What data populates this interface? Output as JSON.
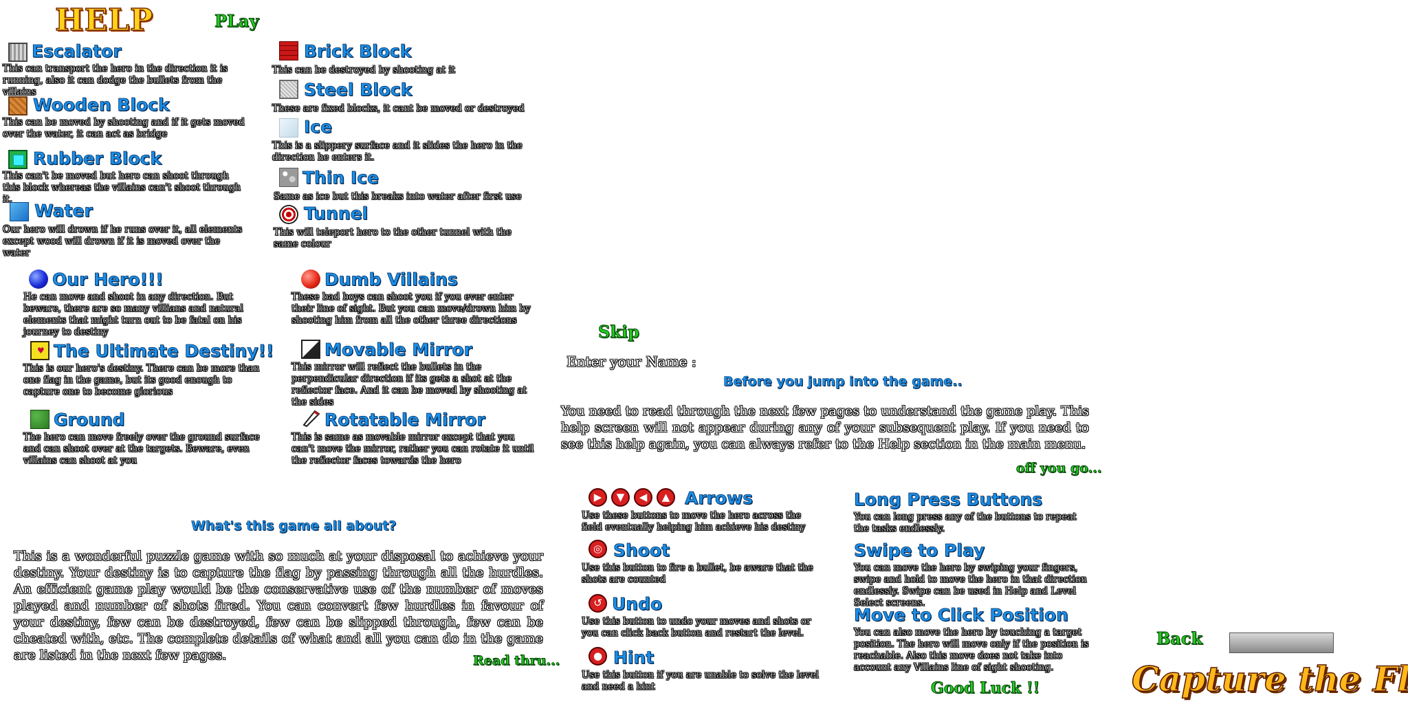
{
  "header": {
    "help_title": "HELP",
    "play_label": "PLay"
  },
  "blocks_left": [
    {
      "name": "Escalator",
      "desc": "This can transport the hero in the direction it is running, also it can dodge the bullets from the villains"
    },
    {
      "name": "Wooden Block",
      "desc": "This can be moved by shooting and if it gets moved over the water, it can act as bridge"
    },
    {
      "name": "Rubber Block",
      "desc": "This can't be moved but hero can shoot through this block whereas the villains can't shoot through it."
    },
    {
      "name": "Water",
      "desc": "Our hero will drown if he runs over it, all elements except wood will drown if it is moved over the water"
    }
  ],
  "blocks_right": [
    {
      "name": "Brick Block",
      "desc": "This can be destroyed by shooting at it"
    },
    {
      "name": "Steel Block",
      "desc": "These are fixed blocks, it cant be moved or destroyed"
    },
    {
      "name": "Ice",
      "desc": "This is a slippery surface and it slides the hero in the direction he enters it."
    },
    {
      "name": "Thin Ice",
      "desc": "Same as ice but this breaks into water after first use"
    },
    {
      "name": "Tunnel",
      "desc": "This will teleport hero to the other tunnel with the same colour"
    }
  ],
  "characters_left": [
    {
      "name": "Our Hero!!!",
      "desc": "He can move and shoot in any direction. But beware, there are so many villians and natural elements that might turn out to be fatal on his journey to destiny"
    },
    {
      "name": "The Ultimate Destiny!!",
      "desc": "This is our hero's destiny. There can be more than one flag in the game, but its good enough to capture one to become glorious"
    },
    {
      "name": "Ground",
      "desc": "The hero can move freely over the ground surface and can shoot over at the targets. Beware, even villains can shoot at you"
    }
  ],
  "characters_right": [
    {
      "name": "Dumb Villains",
      "desc": "These bad boys can shoot you if you ever enter their line of sight. But you can move/drown him by shooting him from all the other three directions"
    },
    {
      "name": "Movable Mirror",
      "desc": "This mirror will reflect the bullets in the perpendicular direction if its gets a shot at the reflector face. And it can be moved by shooting at the sides"
    },
    {
      "name": "Rotatable Mirror",
      "desc": "This is same as movable mirror except that you can't move the mirror, rather you can rotate it until the reflector faces towards the hero"
    }
  ],
  "about": {
    "heading": "What's this game all about?",
    "text": "This is a wonderful puzzle game with so much at your disposal to achieve your destiny. Your destiny is to capture the flag by passing through all the hurdles. An efficient game play would be the conservative use of the number of moves played and number of shots fired. You can convert few hurdles in favour of your destiny, few can be destroyed, few can be slipped through, few can be cheated with, etc. The complete details of what and all you can do in the game are listed in the next few pages.",
    "read_thru": "Read thru..."
  },
  "intro": {
    "skip": "Skip",
    "name_label": "Enter your Name :",
    "heading": "Before you jump into the game..",
    "text": "You need to read through the next few pages to understand the game play. This help screen will not appear during any of your subsequent play. If you need to see this help again, you can always refer to the Help section in the main menu.",
    "off_you_go": "off you go..."
  },
  "controls_left": [
    {
      "name": "Arrows",
      "desc": "Use these buttons to move the hero across the field eventually helping him achieve his destiny"
    },
    {
      "name": "Shoot",
      "desc": "Use this button to fire a bullet, be aware that the shots are counted"
    },
    {
      "name": "Undo",
      "desc": "Use this button to undo your moves and shots or you can click back button and restart the level."
    },
    {
      "name": "Hint",
      "desc": "Use this button if you are unable to solve the level and need a hint"
    }
  ],
  "controls_right": [
    {
      "name": "Long Press Buttons",
      "desc": "You can long press any of the buttons to repeat the tasks endlessly."
    },
    {
      "name": "Swipe to Play",
      "desc": "You can move the hero by swiping your fingers, swipe and hold to move the hero in that direction endlessly. Swipe can be used in Help and Level Select screens."
    },
    {
      "name": "Move to Click Position",
      "desc": "You can also move the hero by touching a target position. The hero will move only if the position is reachable. Also this move does not take into account any Villains line of sight shooting."
    }
  ],
  "good_luck": "Good Luck !!",
  "back_label": "Back",
  "logo_text": "Capture the Flag",
  "colors": {
    "heading_blue": "#1a8fe8",
    "link_green": "#22cc22",
    "title_gold": "#ffd21a"
  }
}
